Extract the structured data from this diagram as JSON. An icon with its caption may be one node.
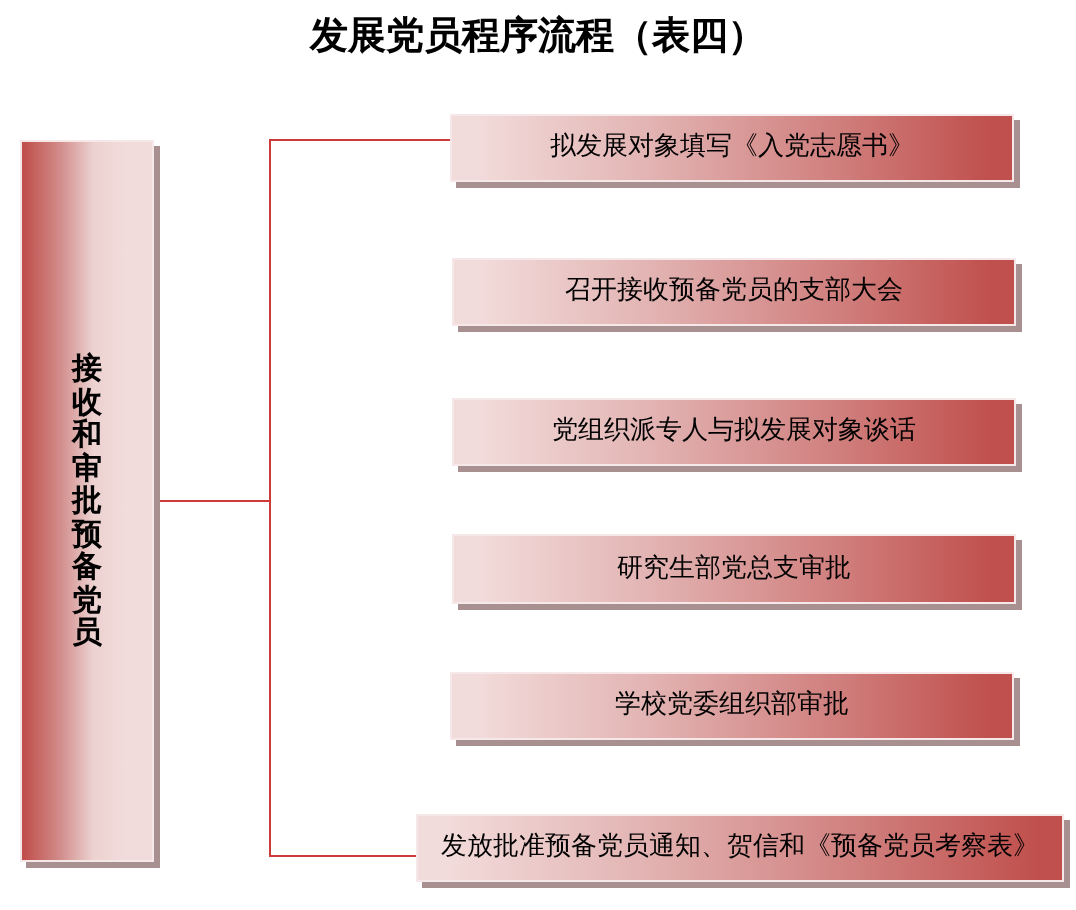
{
  "diagram": {
    "title": "发展党员程序流程（表四）",
    "nodes": [
      {
        "text": [
          "接收和审批预备党员"
        ]
      },
      {
        "text": [
          "拟发展对象填写《入党志愿书》"
        ]
      },
      {
        "text": [
          "召开接收预备党员的支部大会"
        ]
      },
      {
        "text": [
          "党组织派专人与拟发展对象谈话"
        ]
      },
      {
        "text": [
          "研究生部党总支审批"
        ]
      },
      {
        "text": [
          "学校党委组织部审批"
        ]
      },
      {
        "text": [
          "发放批准预备党员通知、贺信和《预备党员考察表》"
        ]
      }
    ],
    "edges": [
      {
        "from": 0,
        "to": 1,
        "arrow": "none"
      },
      {
        "from": 0,
        "to": 6,
        "arrow": "none"
      },
      {
        "from": 1,
        "to": 2,
        "arrow": "to"
      },
      {
        "from": 2,
        "to": 3,
        "arrow": "to"
      },
      {
        "from": 3,
        "to": 4,
        "arrow": "to"
      },
      {
        "from": 4,
        "to": 5,
        "arrow": "to"
      },
      {
        "from": 5,
        "to": 6,
        "arrow": "to"
      }
    ]
  }
}
